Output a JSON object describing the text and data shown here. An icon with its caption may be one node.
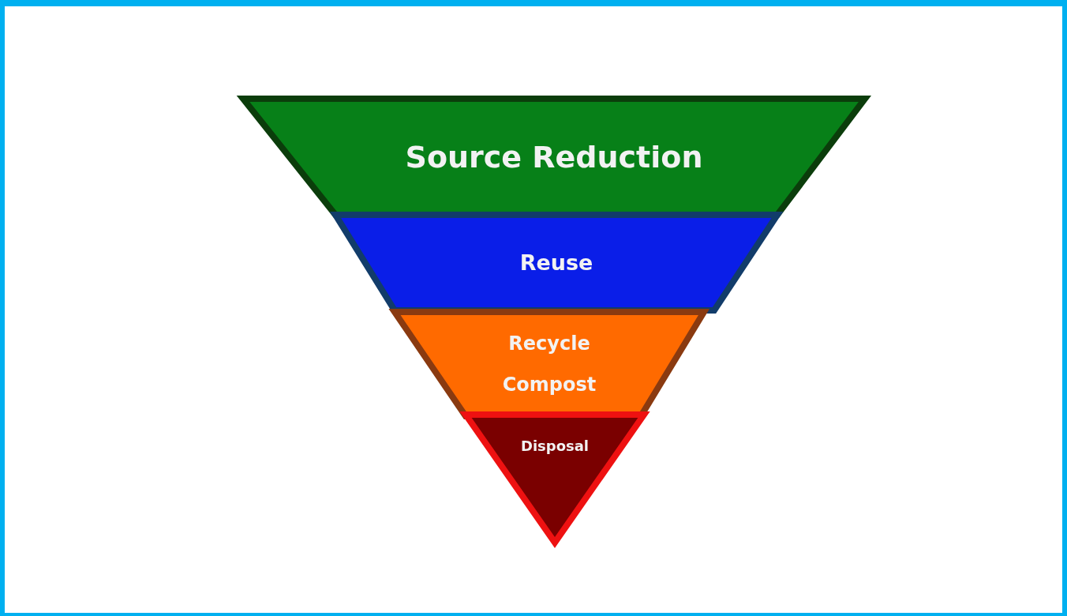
{
  "diagram": {
    "nodes": [
      {
        "text": [
          "Source Reduction"
        ]
      },
      {
        "text": [
          "Reuse"
        ]
      },
      {
        "text": [
          "Recycle",
          "Compost"
        ]
      },
      {
        "text": [
          "Disposal"
        ]
      }
    ]
  }
}
